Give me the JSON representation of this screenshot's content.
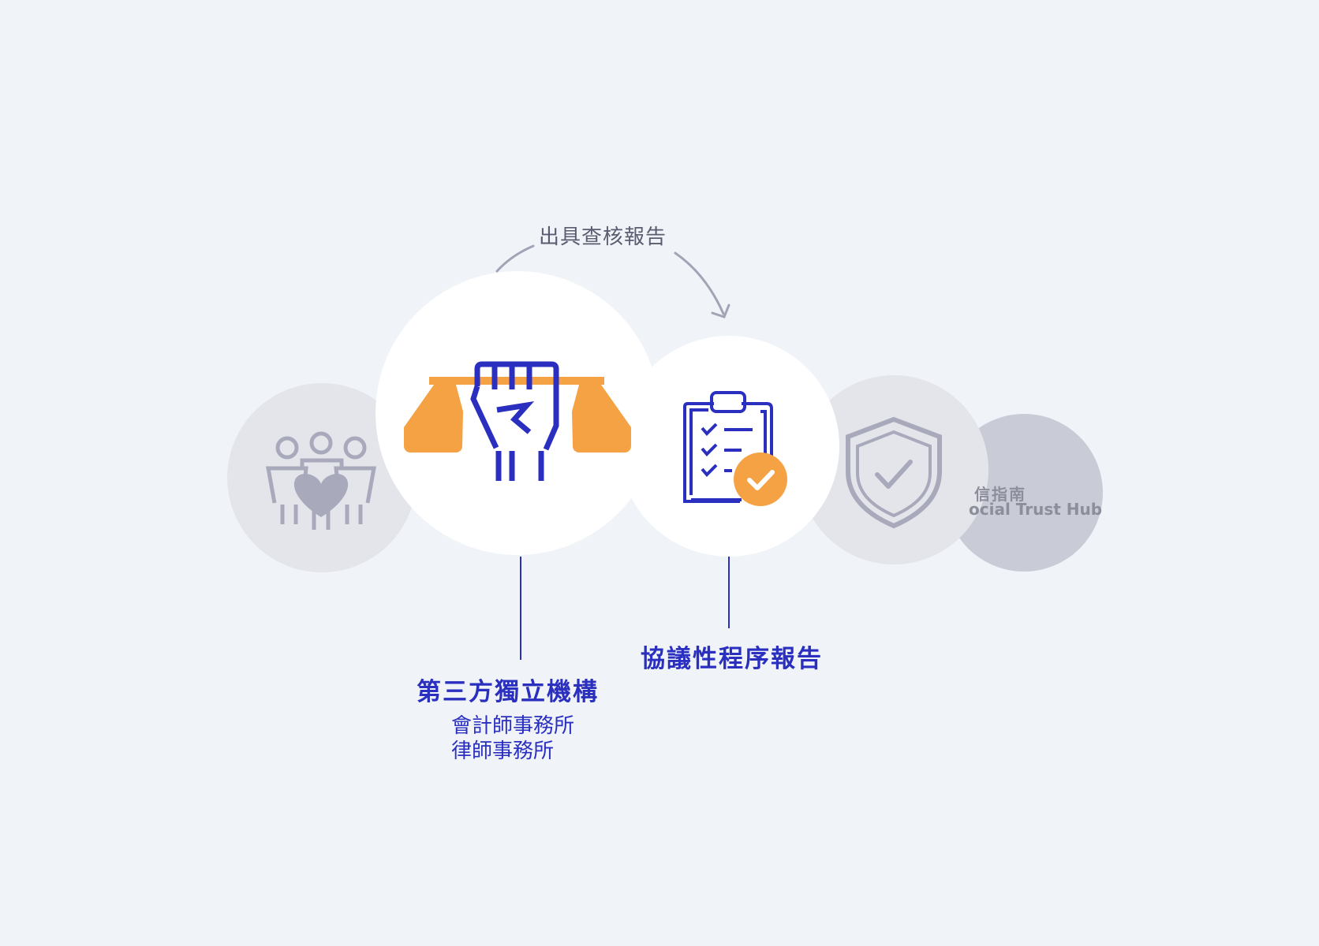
{
  "arrow_label": "出具查核報告",
  "left_node": {
    "title": "第三方獨立機構",
    "items": [
      "會計師事務所",
      "律師事務所"
    ]
  },
  "right_node": {
    "title": "協議性程序報告"
  },
  "brand": {
    "zh": "信指南",
    "en": "ocial Trust Hub"
  },
  "icons": {
    "community": "community-heart-icon",
    "justice": "fist-scale-icon",
    "report": "clipboard-check-icon",
    "shield": "shield-check-icon"
  },
  "colors": {
    "background": "#f0f4f8",
    "accent_blue": "#2a2fbf",
    "accent_orange": "#f5a245",
    "muted_gray": "#a8aabb"
  }
}
